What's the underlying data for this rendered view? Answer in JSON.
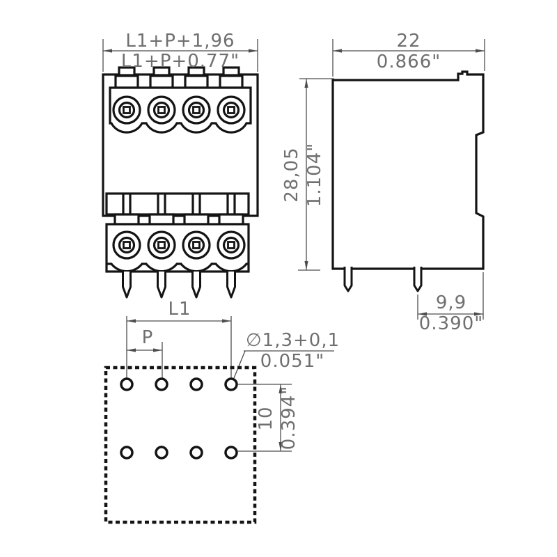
{
  "drawing": {
    "kind": "terminal-block-dimension-drawing",
    "poles_shown": 4
  },
  "dimensions": {
    "front_width": {
      "mm": "L1+P+1,96",
      "inch": "L1+P+0.77\""
    },
    "side_width": {
      "mm": "22",
      "inch": "0.866\""
    },
    "side_height": {
      "mm": "28,05",
      "inch": "1.104\""
    },
    "pin_to_edge": {
      "mm": "9,9",
      "inch": "0.390\""
    },
    "hole_span": {
      "label": "L1"
    },
    "hole_pitch": {
      "label": "P"
    },
    "hole_diameter": {
      "mm": "∅1,3+0,1",
      "inch": "0.051\""
    },
    "row_spacing": {
      "mm": "10",
      "inch": "0.394\""
    }
  },
  "colors": {
    "outline": "#141414",
    "dimension_line": "#4d4d4d",
    "dimension_text": "#6f6f6f",
    "background": "#ffffff"
  }
}
